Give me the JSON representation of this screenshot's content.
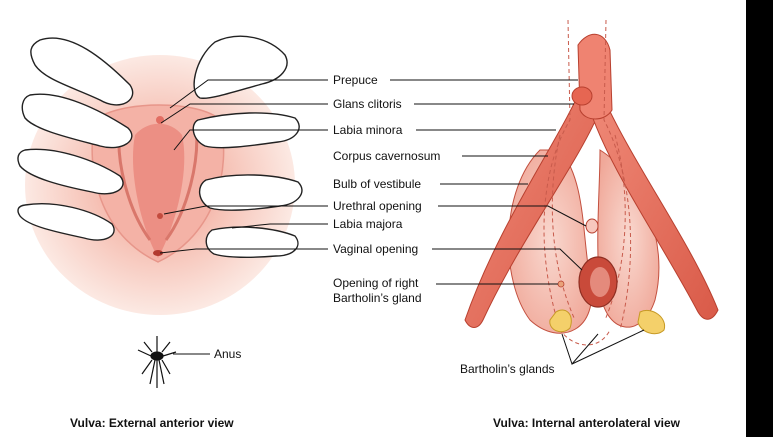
{
  "labels": {
    "prepuce": "Prepuce",
    "glans_clitoris": "Glans clitoris",
    "labia_minora": "Labia minora",
    "corpus_cavernosum": "Corpus cavernosum",
    "bulb_of_vestibule": "Bulb of vestibule",
    "urethral_opening": "Urethral opening",
    "labia_majora": "Labia majora",
    "vaginal_opening": "Vaginal opening",
    "opening_right_bartholin_line1": "Opening of right",
    "opening_right_bartholin_line2": "Bartholin’s gland",
    "anus": "Anus",
    "bartholins_glands": "Bartholin’s glands"
  },
  "captions": {
    "external": "Vulva: External anterior view",
    "internal": "Vulva: Internal anterolateral view"
  },
  "colors": {
    "background": "#ffffff",
    "frame": "#000000",
    "tissue_pink": "#f3b3a7",
    "tissue_red": "#e8705e",
    "gland_yellow": "#f4d06a",
    "leader_line": "#111111"
  }
}
